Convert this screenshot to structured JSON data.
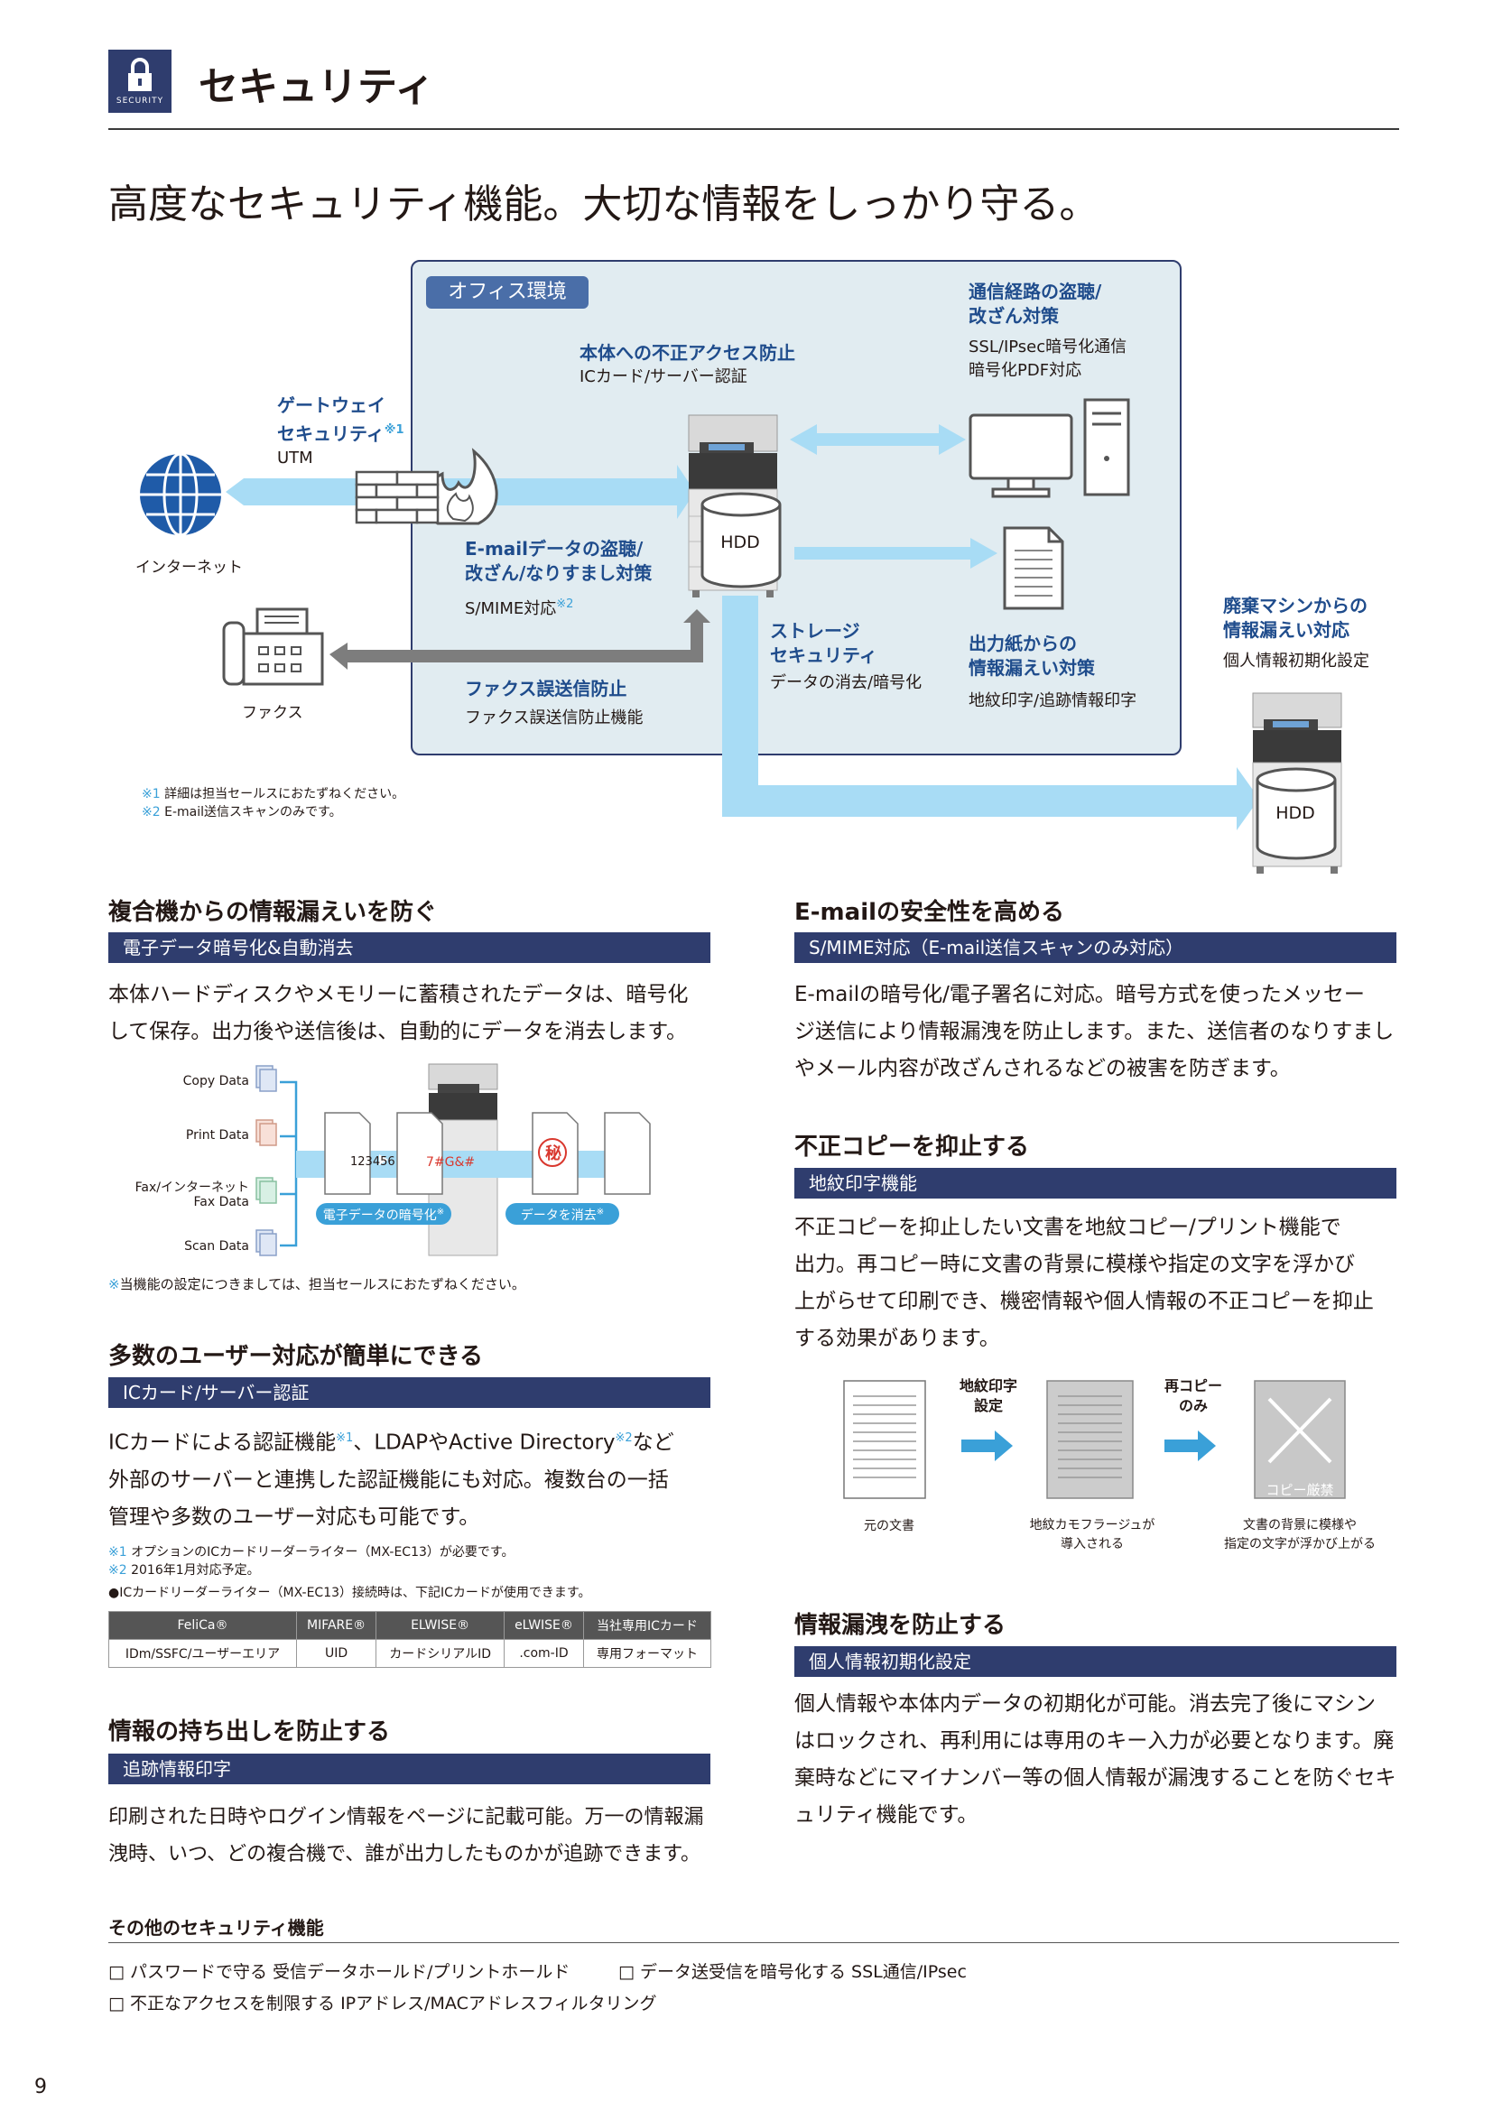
{
  "header": {
    "icon_caption": "SECURITY",
    "title": "セキュリティ"
  },
  "headline": "高度なセキュリティ機能。大切な情報をしっかり守る。",
  "diagram": {
    "office_label": "オフィス環境",
    "internet_label": "インターネット",
    "fax_label": "ファクス",
    "gateway_title1": "ゲートウェイ",
    "gateway_title2": "セキュリティ",
    "gateway_sup": "※1",
    "gateway_sub": "UTM",
    "unauth_title": "本体への不正アクセス防止",
    "unauth_sub": "ICカード/サーバー認証",
    "comm_title1": "通信経路の盗聴/",
    "comm_title2": "改ざん対策",
    "comm_sub1": "SSL/IPsec暗号化通信",
    "comm_sub2": "暗号化PDF対応",
    "email_title1": "E-mailデータの盗聴/",
    "email_title2": "改ざん/なりすまし対策",
    "email_sub": "S/MIME対応",
    "email_sup": "※2",
    "hdd_label": "HDD",
    "storage_title1": "ストレージ",
    "storage_title2": "セキュリティ",
    "storage_sub": "データの消去/暗号化",
    "output_title1": "出力紙からの",
    "output_title2": "情報漏えい対策",
    "output_sub": "地紋印字/追跡情報印字",
    "fax_title": "ファクス誤送信防止",
    "fax_sub": "ファクス誤送信防止機能",
    "disposal_title1": "廃棄マシンからの",
    "disposal_title2": "情報漏えい対応",
    "disposal_sub": "個人情報初期化設定",
    "hdd2_label": "HDD",
    "note1_mark": "※1",
    "note1": "詳細は担当セールスにおたずねください。",
    "note2_mark": "※2",
    "note2": "E-mail送信スキャンのみです。"
  },
  "sections": {
    "leak": {
      "title": "複合機からの情報漏えいを防ぐ",
      "bar": "電子データ暗号化&自動消去",
      "body1": "本体ハードディスクやメモリーに蓄積されたデータは、暗号化",
      "body2": "して保存。出力後や送信後は、自動的にデータを消去します。",
      "inputs": [
        "Copy Data",
        "Print Data",
        "Fax/インターネット",
        "Fax Data",
        "Scan Data"
      ],
      "doc1": "123456",
      "doc2": "7#G&#",
      "secret": "秘",
      "encrypt_label": "電子データの暗号化",
      "erase_label": "データを消去",
      "label_sup": "※",
      "note": "当機能の設定につきましては、担当セールスにおたずねください。",
      "note_mark": "※"
    },
    "users": {
      "title": "多数のユーザー対応が簡単にできる",
      "bar": "ICカード/サーバー認証",
      "body1a": "ICカードによる認証機能",
      "body1_sup1": "※1",
      "body1b": "、LDAPやActive Directory",
      "body1_sup2": "※2",
      "body1c": "など",
      "body2": "外部のサーバーと連携した認証機能にも対応。複数台の一括",
      "body3": "管理や多数のユーザー対応も可能です。",
      "note1_mark": "※1",
      "note1": "オプションのICカードリーダーライター（MX-EC13）が必要です。",
      "note2_mark": "※2",
      "note2": "2016年1月対応予定。",
      "note3": "●ICカードリーダーライター（MX-EC13）接続時は、下記ICカードが使用できます。",
      "table_headers": [
        "FeliCa®",
        "MIFARE®",
        "ELWISE®",
        "eLWISE®",
        "当社専用ICカード"
      ],
      "table_row": [
        "IDm/SSFC/ユーザーエリア",
        "UID",
        "カードシリアルID",
        ".com-ID",
        "専用フォーマット"
      ]
    },
    "trace": {
      "title": "情報の持ち出しを防止する",
      "bar": "追跡情報印字",
      "body1": "印刷された日時やログイン情報をページに記載可能。万一の情報漏",
      "body2": "洩時、いつ、どの複合機で、誰が出力したものかが追跡できます。"
    },
    "email": {
      "title": "E-mailの安全性を高める",
      "bar": "S/MIME対応（E-mail送信スキャンのみ対応）",
      "body1": "E-mailの暗号化/電子署名に対応。暗号方式を使ったメッセー",
      "body2": "ジ送信により情報漏洩を防止します。また、送信者のなりすまし",
      "body3": "やメール内容が改ざんされるなどの被害を防ぎます。"
    },
    "copy": {
      "title": "不正コピーを抑止する",
      "bar": "地紋印字機能",
      "body1": "不正コピーを抑止したい文書を地紋コピー/プリント機能で",
      "body2": "出力。再コピー時に文書の背景に模様や指定の文字を浮かび",
      "body3": "上がらせて印刷でき、機密情報や個人情報の不正コピーを抑止",
      "body4": "する効果があります。",
      "step1_a": "地紋印字",
      "step1_b": "設定",
      "step2_a": "再コピー",
      "step2_b": "のみ",
      "doc_original": "元の文書",
      "doc_camo_a": "地紋カモフラージュが",
      "doc_camo_b": "導入される",
      "doc_result_a": "文書の背景に模様や",
      "doc_result_b": "指定の文字が浮かび上がる",
      "stamp": "コピー厳禁"
    },
    "init": {
      "title": "情報漏洩を防止する",
      "bar": "個人情報初期化設定",
      "body1": "個人情報や本体内データの初期化が可能。消去完了後にマシン",
      "body2": "はロックされ、再利用には専用のキー入力が必要となります。廃",
      "body3": "棄時などにマイナンバー等の個人情報が漏洩することを防ぐセキ",
      "body4": "ュリティ機能です。"
    }
  },
  "other": {
    "title": "その他のセキュリティ機能",
    "items": [
      "□ パスワードで守る 受信データホールド/プリントホールド",
      "□ データ送受信を暗号化する SSL通信/IPsec",
      "□ 不正なアクセスを制限する IPアドレス/MACアドレスフィルタリング"
    ]
  },
  "page_number": "9",
  "colors": {
    "navy": "#2f3d6e",
    "accent": "#3aa0d8",
    "arrow": "#a8dcf5",
    "panel": "#e1ecf1"
  }
}
